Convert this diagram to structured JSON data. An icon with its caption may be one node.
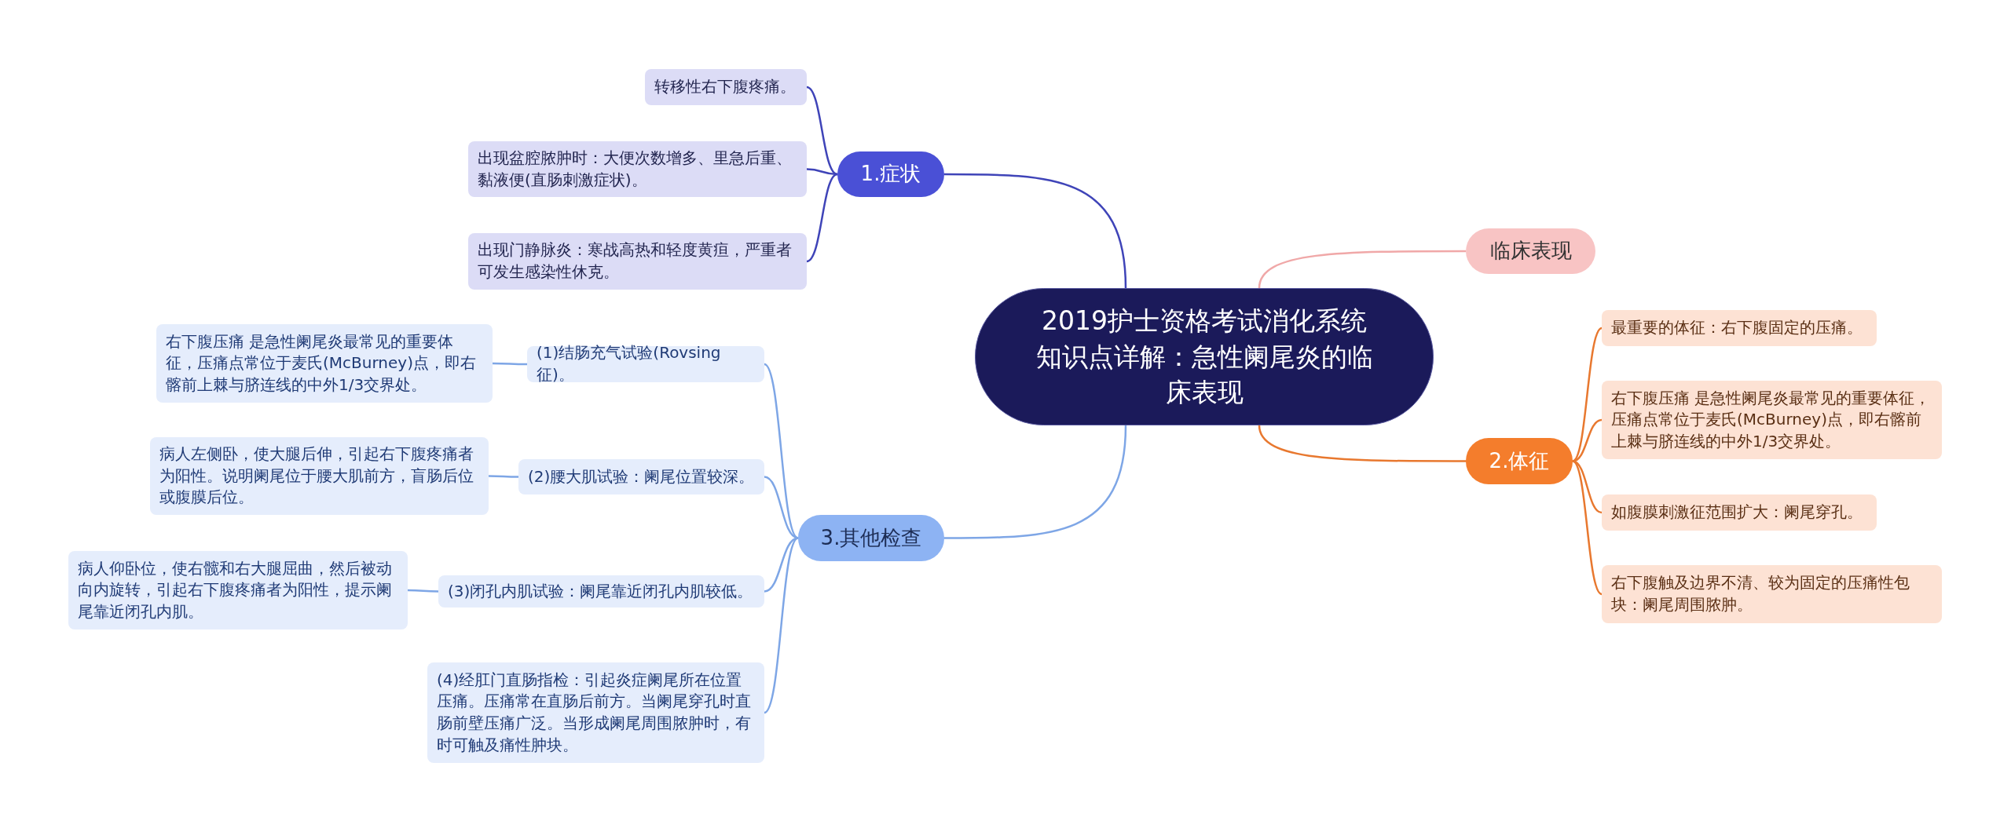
{
  "diagram": {
    "nodes": [
      {
        "text": [
          "2019护士资格考试消化系统知识点详解：急性阑尾炎的临床表现"
        ]
      },
      {
        "text": [
          "1.症状"
        ]
      },
      {
        "text": [
          "转移性右下腹疼痛。"
        ]
      },
      {
        "text": [
          "出现盆腔脓肿时：大便次数增多、里急后重、黏液便(直肠刺激症状)。"
        ]
      },
      {
        "text": [
          "出现门静脉炎：寒战高热和轻度黄疸，严重者可发生感染性休克。"
        ]
      },
      {
        "text": [
          "临床表现"
        ]
      },
      {
        "text": [
          "2.体征"
        ]
      },
      {
        "text": [
          "最重要的体征：右下腹固定的压痛。"
        ]
      },
      {
        "text": [
          "右下腹压痛 是急性阑尾炎最常见的重要体征，压痛点常位于麦氏(McBurney)点，即右髂前上棘与脐连线的中外1/3交界处。"
        ]
      },
      {
        "text": [
          "如腹膜刺激征范围扩大：阑尾穿孔。"
        ]
      },
      {
        "text": [
          "右下腹触及边界不清、较为固定的压痛性包块：阑尾周围脓肿。"
        ]
      },
      {
        "text": [
          "3.其他检查"
        ]
      },
      {
        "text": [
          "(1)结肠充气试验(Rovsing征)。"
        ]
      },
      {
        "text": [
          "右下腹压痛 是急性阑尾炎最常见的重要体征，压痛点常位于麦氏(McBurney)点，即右髂前上棘与脐连线的中外1/3交界处。"
        ]
      },
      {
        "text": [
          "(2)腰大肌试验：阑尾位置较深。"
        ]
      },
      {
        "text": [
          "病人左侧卧，使大腿后伸，引起右下腹疼痛者为阳性。说明阑尾位于腰大肌前方，盲肠后位或腹膜后位。"
        ]
      },
      {
        "text": [
          "(3)闭孔内肌试验：阑尾靠近闭孔内肌较低。"
        ]
      },
      {
        "text": [
          "病人仰卧位，使右髋和右大腿屈曲，然后被动向内旋转，引起右下腹疼痛者为阳性，提示阑尾靠近闭孔内肌。"
        ]
      },
      {
        "text": [
          "(4)经肛门直肠指检：引起炎症阑尾所在位置压痛。压痛常在直肠后前方。当阑尾穿孔时直肠前壁压痛广泛。当形成阑尾周围脓肿时，有时可触及痛性肿块。"
        ]
      }
    ],
    "edges": [
      {
        "from": 0,
        "to": 1,
        "arrow": "none",
        "color": "#3f44b8"
      },
      {
        "from": 0,
        "to": 5,
        "arrow": "none",
        "color": "#f0a8a8"
      },
      {
        "from": 0,
        "to": 6,
        "arrow": "none",
        "color": "#e8782f"
      },
      {
        "from": 0,
        "to": 11,
        "arrow": "none",
        "color": "#7ea6e6"
      },
      {
        "from": 1,
        "to": 2,
        "arrow": "none",
        "color": "#3f44b8"
      },
      {
        "from": 1,
        "to": 3,
        "arrow": "none",
        "color": "#3f44b8"
      },
      {
        "from": 1,
        "to": 4,
        "arrow": "none",
        "color": "#3f44b8"
      },
      {
        "from": 6,
        "to": 7,
        "arrow": "none",
        "color": "#e8782f"
      },
      {
        "from": 6,
        "to": 8,
        "arrow": "none",
        "color": "#e8782f"
      },
      {
        "from": 6,
        "to": 9,
        "arrow": "none",
        "color": "#e8782f"
      },
      {
        "from": 6,
        "to": 10,
        "arrow": "none",
        "color": "#e8782f"
      },
      {
        "from": 11,
        "to": 12,
        "arrow": "none",
        "color": "#7ea6e6"
      },
      {
        "from": 11,
        "to": 14,
        "arrow": "none",
        "color": "#7ea6e6"
      },
      {
        "from": 11,
        "to": 16,
        "arrow": "none",
        "color": "#7ea6e6"
      },
      {
        "from": 11,
        "to": 18,
        "arrow": "none",
        "color": "#7ea6e6"
      },
      {
        "from": 12,
        "to": 13,
        "arrow": "none",
        "color": "#7ea6e6"
      },
      {
        "from": 14,
        "to": 15,
        "arrow": "none",
        "color": "#7ea6e6"
      },
      {
        "from": 16,
        "to": 17,
        "arrow": "none",
        "color": "#7ea6e6"
      }
    ]
  }
}
